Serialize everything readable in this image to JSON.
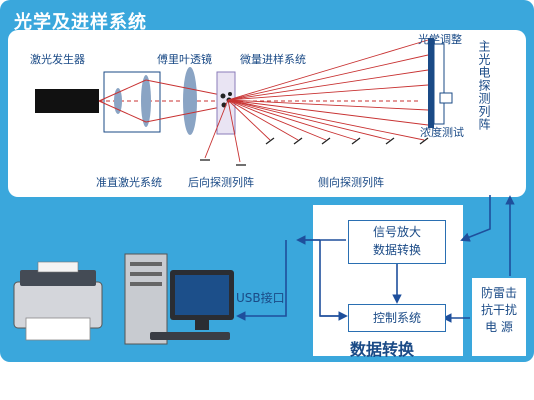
{
  "title": "光学及进样系统",
  "labels": {
    "laser": "激光发生器",
    "fourier": "傅里叶透镜",
    "micro_inject": "微量进样系统",
    "optical_adjust": "光学调整",
    "main_detector": "主光电探测列阵",
    "concentration": "浓度测试",
    "collimate": "准直激光系统",
    "back_array": "后向探测列阵",
    "side_array": "侧向探测列阵",
    "signal_amp": "信号放大",
    "data_conv": "数据转换",
    "control": "控制系统",
    "data_convert_main": "数据转换",
    "usb": "USB接口",
    "lightning_1": "防雷击",
    "lightning_2": "抗干扰",
    "lightning_3": "电 源"
  },
  "colors": {
    "panel": "#3aa7dc",
    "arrow": "#1e4f9c",
    "ray": "#c83232"
  }
}
